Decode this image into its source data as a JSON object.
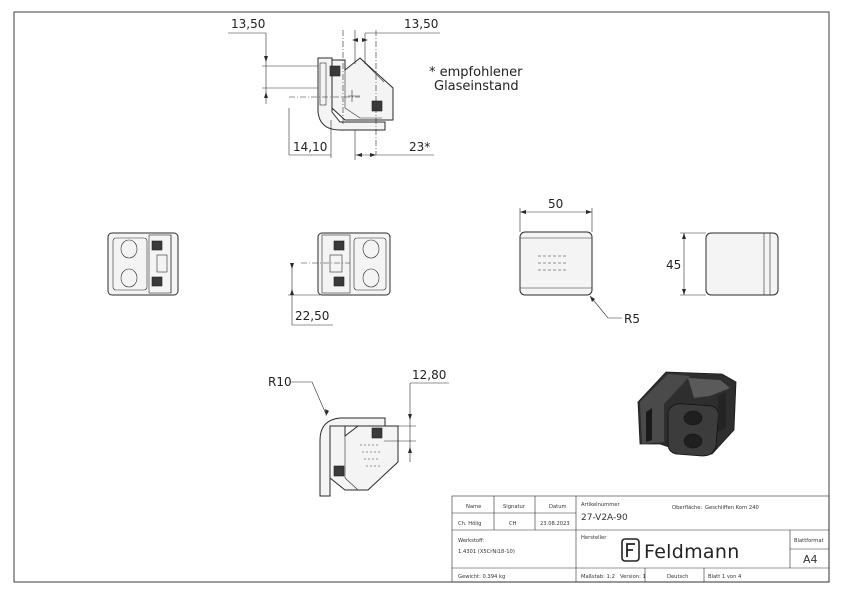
{
  "dimensions": {
    "top_left": "13,50",
    "top_right": "13,50",
    "bottom_left": "14,10",
    "bottom_right": "23*",
    "height_front": "22,50",
    "width_side": "50",
    "height_side": "45",
    "radius_side": "R5",
    "radius_section": "R10",
    "offset_section": "12,80"
  },
  "note": {
    "line1": "* empfohlener",
    "line2": "Glaseinstand"
  },
  "title_block": {
    "headers": {
      "name": "Name",
      "signature": "Signatur",
      "date": "Datum"
    },
    "row": {
      "name": "Ch. Hölig",
      "signature": "CH",
      "date": "23.08.2023"
    },
    "article_label": "Artikelnummer",
    "article_number": "27-V2A-90",
    "surface_label": "Oberfläche:",
    "surface_value": "Geschliffen Korn 240",
    "material_label": "Werkstoff:",
    "material_value": "1.4301 (X5CrNi18-10)",
    "manufacturer_label": "Hersteller",
    "brand": "Feldmann",
    "format_label": "Blattformat",
    "format_value": "A4",
    "weight": "Gewicht: 0.394 kg",
    "scale": "Maßstab: 1:2",
    "version": "Version: 1",
    "language": "Deutsch",
    "sheet": "Blatt 1 von 4"
  },
  "colors": {
    "line": "#2a2a2a",
    "iso_body": "#3a3a3a",
    "background": "#ffffff"
  },
  "icons": {
    "brand_logo": "feldmann-f-logo"
  }
}
